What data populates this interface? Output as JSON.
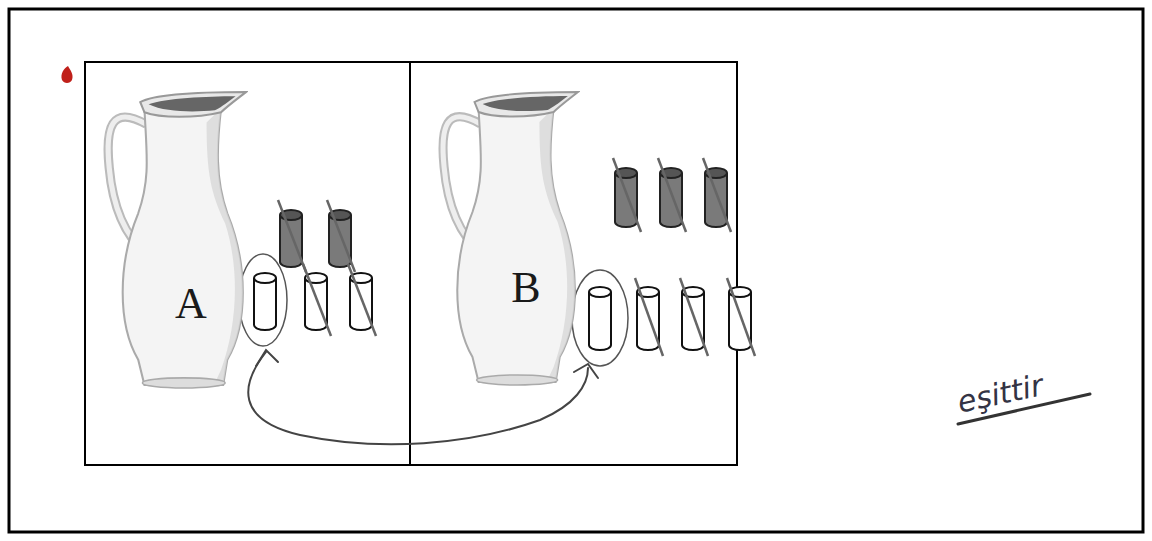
{
  "diagram": {
    "nodes": [
      {
        "text": [
          "A"
        ]
      },
      {
        "text": [
          "B"
        ]
      }
    ],
    "labels": [
      "eşittir"
    ]
  }
}
